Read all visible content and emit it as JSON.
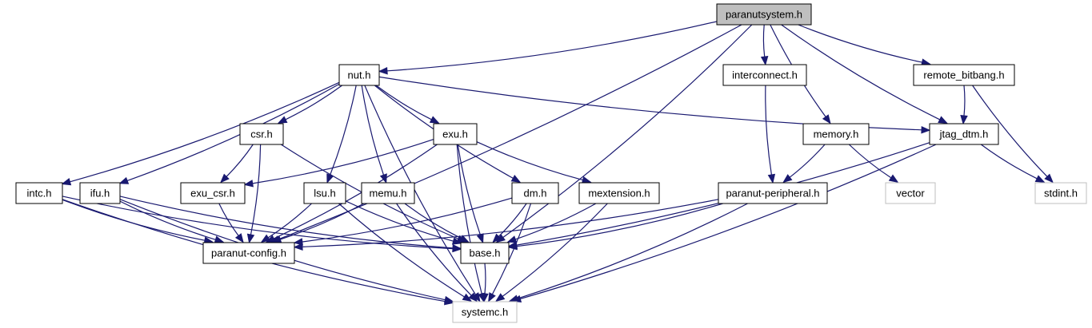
{
  "graph": {
    "colors": {
      "edge": "#191970",
      "root_fill": "#bfbfbf",
      "node_border": "#000000",
      "external_border": "#bfbfbf"
    },
    "nodes": [
      {
        "id": "paranutsystem",
        "label": "paranutsystem.h",
        "kind": "root"
      },
      {
        "id": "nut",
        "label": "nut.h",
        "kind": "normal"
      },
      {
        "id": "interconnect",
        "label": "interconnect.h",
        "kind": "normal"
      },
      {
        "id": "remote_bitbang",
        "label": "remote_bitbang.h",
        "kind": "normal"
      },
      {
        "id": "csr",
        "label": "csr.h",
        "kind": "normal"
      },
      {
        "id": "exu",
        "label": "exu.h",
        "kind": "normal"
      },
      {
        "id": "memory",
        "label": "memory.h",
        "kind": "normal"
      },
      {
        "id": "jtag_dtm",
        "label": "jtag_dtm.h",
        "kind": "normal"
      },
      {
        "id": "intc",
        "label": "intc.h",
        "kind": "normal"
      },
      {
        "id": "ifu",
        "label": "ifu.h",
        "kind": "normal"
      },
      {
        "id": "exu_csr",
        "label": "exu_csr.h",
        "kind": "normal"
      },
      {
        "id": "lsu",
        "label": "lsu.h",
        "kind": "normal"
      },
      {
        "id": "memu",
        "label": "memu.h",
        "kind": "normal"
      },
      {
        "id": "dm",
        "label": "dm.h",
        "kind": "normal"
      },
      {
        "id": "mextension",
        "label": "mextension.h",
        "kind": "normal"
      },
      {
        "id": "paranut_peripheral",
        "label": "paranut-peripheral.h",
        "kind": "normal"
      },
      {
        "id": "vector",
        "label": "vector",
        "kind": "external"
      },
      {
        "id": "stdint",
        "label": "stdint.h",
        "kind": "external"
      },
      {
        "id": "paranut_config",
        "label": "paranut-config.h",
        "kind": "normal"
      },
      {
        "id": "base",
        "label": "base.h",
        "kind": "normal"
      },
      {
        "id": "systemc",
        "label": "systemc.h",
        "kind": "external"
      }
    ],
    "edges": [
      {
        "from": "paranutsystem",
        "to": "nut"
      },
      {
        "from": "paranutsystem",
        "to": "interconnect"
      },
      {
        "from": "paranutsystem",
        "to": "remote_bitbang"
      },
      {
        "from": "paranutsystem",
        "to": "memory"
      },
      {
        "from": "paranutsystem",
        "to": "jtag_dtm"
      },
      {
        "from": "paranutsystem",
        "to": "base"
      },
      {
        "from": "paranutsystem",
        "to": "paranut_config"
      },
      {
        "from": "nut",
        "to": "csr"
      },
      {
        "from": "nut",
        "to": "exu"
      },
      {
        "from": "nut",
        "to": "jtag_dtm"
      },
      {
        "from": "nut",
        "to": "intc"
      },
      {
        "from": "nut",
        "to": "ifu"
      },
      {
        "from": "nut",
        "to": "lsu"
      },
      {
        "from": "nut",
        "to": "memu"
      },
      {
        "from": "nut",
        "to": "dm"
      },
      {
        "from": "nut",
        "to": "systemc"
      },
      {
        "from": "interconnect",
        "to": "paranut_peripheral"
      },
      {
        "from": "remote_bitbang",
        "to": "jtag_dtm"
      },
      {
        "from": "remote_bitbang",
        "to": "stdint"
      },
      {
        "from": "memory",
        "to": "paranut_peripheral"
      },
      {
        "from": "memory",
        "to": "vector"
      },
      {
        "from": "jtag_dtm",
        "to": "stdint"
      },
      {
        "from": "jtag_dtm",
        "to": "base"
      },
      {
        "from": "jtag_dtm",
        "to": "systemc"
      },
      {
        "from": "csr",
        "to": "exu_csr"
      },
      {
        "from": "csr",
        "to": "paranut_config"
      },
      {
        "from": "csr",
        "to": "base"
      },
      {
        "from": "exu",
        "to": "exu_csr"
      },
      {
        "from": "exu",
        "to": "mextension"
      },
      {
        "from": "exu",
        "to": "base"
      },
      {
        "from": "exu",
        "to": "paranut_config"
      },
      {
        "from": "exu",
        "to": "systemc"
      },
      {
        "from": "intc",
        "to": "paranut_config"
      },
      {
        "from": "intc",
        "to": "base"
      },
      {
        "from": "intc",
        "to": "systemc"
      },
      {
        "from": "ifu",
        "to": "paranut_config"
      },
      {
        "from": "ifu",
        "to": "base"
      },
      {
        "from": "ifu",
        "to": "systemc"
      },
      {
        "from": "exu_csr",
        "to": "paranut_config"
      },
      {
        "from": "lsu",
        "to": "paranut_config"
      },
      {
        "from": "lsu",
        "to": "base"
      },
      {
        "from": "lsu",
        "to": "systemc"
      },
      {
        "from": "memu",
        "to": "paranut_config"
      },
      {
        "from": "memu",
        "to": "base"
      },
      {
        "from": "memu",
        "to": "systemc"
      },
      {
        "from": "dm",
        "to": "paranut_config"
      },
      {
        "from": "dm",
        "to": "base"
      },
      {
        "from": "dm",
        "to": "systemc"
      },
      {
        "from": "mextension",
        "to": "base"
      },
      {
        "from": "mextension",
        "to": "systemc"
      },
      {
        "from": "paranut_peripheral",
        "to": "paranut_config"
      },
      {
        "from": "paranut_peripheral",
        "to": "base"
      },
      {
        "from": "paranut_peripheral",
        "to": "systemc"
      },
      {
        "from": "base",
        "to": "systemc"
      }
    ]
  }
}
